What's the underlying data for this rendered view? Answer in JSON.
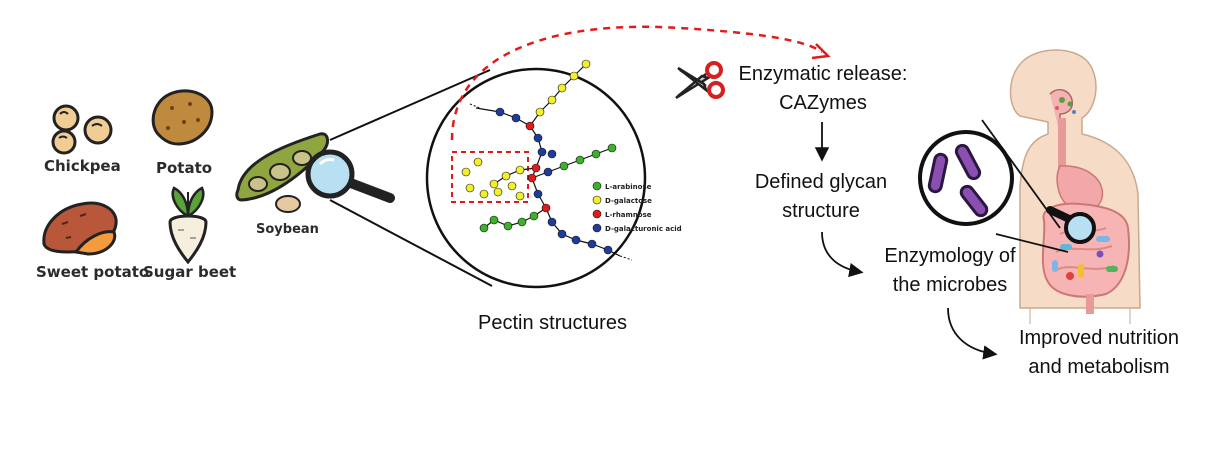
{
  "foods": {
    "chickpea": "Chickpea",
    "potato": "Potato",
    "sweet_potato": "Sweet potato",
    "sugar_beet": "Sugar beet",
    "soybean": "Soybean"
  },
  "pectin": {
    "caption": "Pectin structures",
    "legend": [
      {
        "label": "L-arabinose",
        "color": "#3fb02c",
        "shape": "pentagon"
      },
      {
        "label": "D-galactose",
        "color": "#f2ee2a",
        "shape": "hexagon"
      },
      {
        "label": "L-rhamnose",
        "color": "#e01b1b",
        "shape": "hexagon"
      },
      {
        "label": "D-galacturonic acid",
        "color": "#1f3c9c",
        "shape": "hexagon"
      }
    ]
  },
  "flow": {
    "step1_line1": "Enzymatic release:",
    "step1_line2": "CAZymes",
    "step2_line1": "Defined glycan",
    "step2_line2": "structure",
    "step3_line1": "Enzymology of",
    "step3_line2": "the microbes",
    "step4_line1": "Improved nutrition",
    "step4_line2": "and metabolism"
  },
  "colors": {
    "dashed_arrow": "#e01b1b",
    "outline": "#111111"
  }
}
